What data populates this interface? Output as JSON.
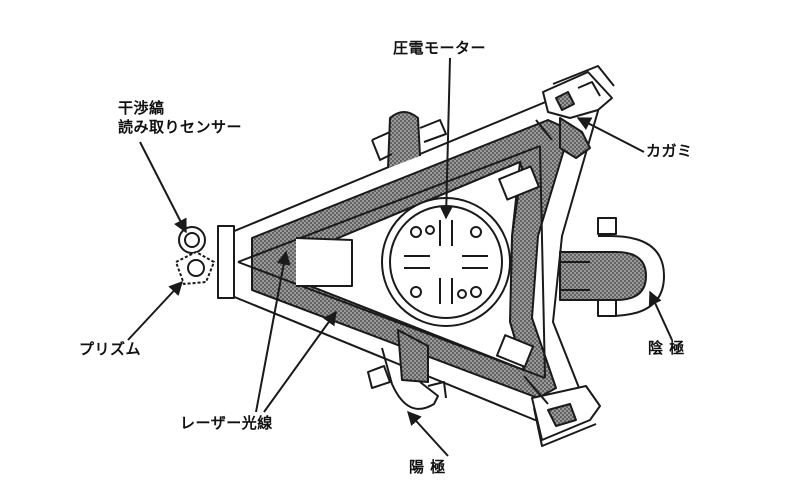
{
  "labels": {
    "sensor_line1": "干渉縞",
    "sensor_line2": "読み取りセンサー",
    "motor": "圧電モーター",
    "mirror": "カガミ",
    "prism": "プリズム",
    "cathode": "陰 極",
    "laser": "レーザー光線",
    "anode": "陽 極"
  },
  "colors": {
    "line": "#1a1a1a",
    "hatch_fill": "#8c8c8c",
    "background": "#ffffff"
  }
}
